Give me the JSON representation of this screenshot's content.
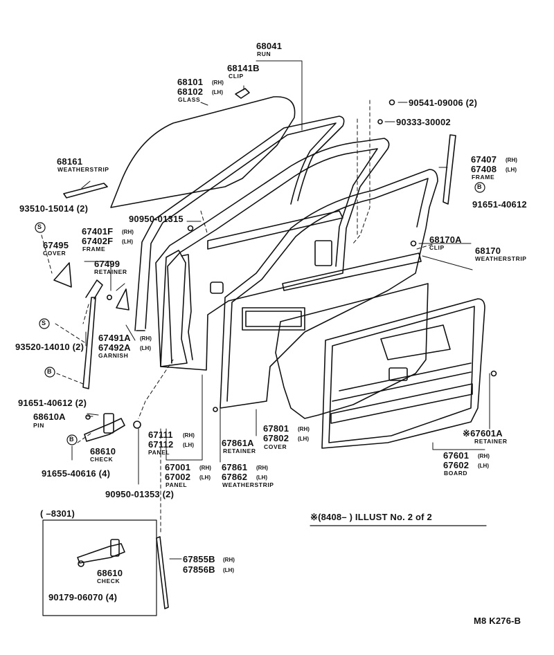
{
  "labels": {
    "run_no": "68041",
    "run_name": "RUN",
    "clip1_no": "68141B",
    "clip1_name": "CLIP",
    "glass_rh": "68101",
    "glass_lh": "68102",
    "glass_name": "GLASS",
    "ws1_no": "68161",
    "ws1_name": "WEATHERSTRIP",
    "bolt1": "93510-15014 (2)",
    "bolt2": "90950-01315",
    "frame1_rh": "67401F",
    "frame1_lh": "67402F",
    "frame1_name": "FRAME",
    "cover1_no": "67495",
    "cover1_name": "COVER",
    "ret1_no": "67499",
    "ret1_name": "RETAINER",
    "garn_rh": "67491A",
    "garn_lh": "67492A",
    "garn_name": "GARNISH",
    "screw1": "93520-14010 (2)",
    "bolt3": "91651-40612 (2)",
    "pin_no": "68610A",
    "pin_name": "PIN",
    "check_no": "68610",
    "check_name": "CHECK",
    "bolt4": "91655-40616 (4)",
    "bolt5": "90950-01353 (2)",
    "panel1_rh": "67111",
    "panel1_lh": "67112",
    "panel1_name": "PANEL",
    "panel2_rh": "67001",
    "panel2_lh": "67002",
    "panel2_name": "PANEL",
    "ret2_no": "67861A",
    "ret2_name": "RETAINER",
    "ws2_rh": "67861",
    "ws2_lh": "67862",
    "ws2_name": "WEATHERSTRIP",
    "cover2_rh": "67801",
    "cover2_lh": "67802",
    "cover2_name": "COVER",
    "board_rh": "67601",
    "board_lh": "67602",
    "board_name": "BOARD",
    "ret3_no": "※67601A",
    "ret3_name": "RETAINER",
    "ws3_no": "68170",
    "ws3_name": "WEATHERSTRIP",
    "clip2_no": "68170A",
    "clip2_name": "CLIP",
    "frame2_rh": "67407",
    "frame2_lh": "67408",
    "frame2_name": "FRAME",
    "bolt6": "91651-40612",
    "bolt7": "90541-09006 (2)",
    "bolt8": "90333-30002",
    "mould_rh": "67855B",
    "mould_lh": "67856B",
    "inset_range": "(      –8301)",
    "inset_check_no": "68610",
    "inset_check_name": "CHECK",
    "inset_bolt": "90179-06070 (4)",
    "illust_note": "※(8408–          ) ILLUST No. 2 of 2",
    "page_code": "M8  K276-B",
    "rh": "(RH)",
    "lh": "(LH)",
    "mark_s": "S",
    "mark_b": "B"
  }
}
